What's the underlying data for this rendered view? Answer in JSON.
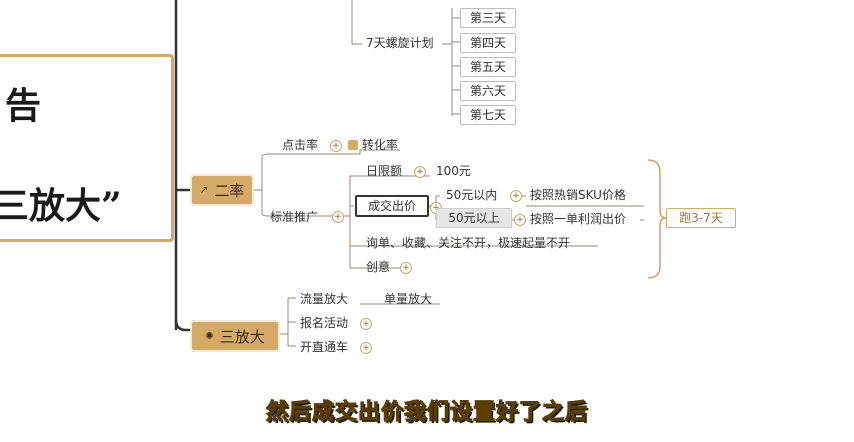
{
  "root": {
    "line1": "告",
    "line2": "三放大”"
  },
  "top": {
    "plan": "7天螺旋计划",
    "days": [
      "第三天",
      "第四天",
      "第五天",
      "第六天",
      "第七天"
    ]
  },
  "branch2": {
    "label": "二率",
    "click_rate": "点击率",
    "conversion": "转化率",
    "standard": "标准推广",
    "daily_limit": "日限额",
    "daily_value": "100元",
    "bid": "成交出价",
    "under50": "50元以内",
    "under50_rule": "按照热销SKU价格",
    "over50": "50元以上",
    "over50_rule": "按照一单利润出价",
    "inquiry": "询单、收藏、关注不开，极速起量不开",
    "creative": "创意",
    "run": "跑3-7天"
  },
  "branch3": {
    "label": "三放大",
    "traffic": "流量放大",
    "single": "单量放大",
    "events": "报名活动",
    "express": "开直通车"
  },
  "subtitle": "然后成交出价我们设置好了之后"
}
